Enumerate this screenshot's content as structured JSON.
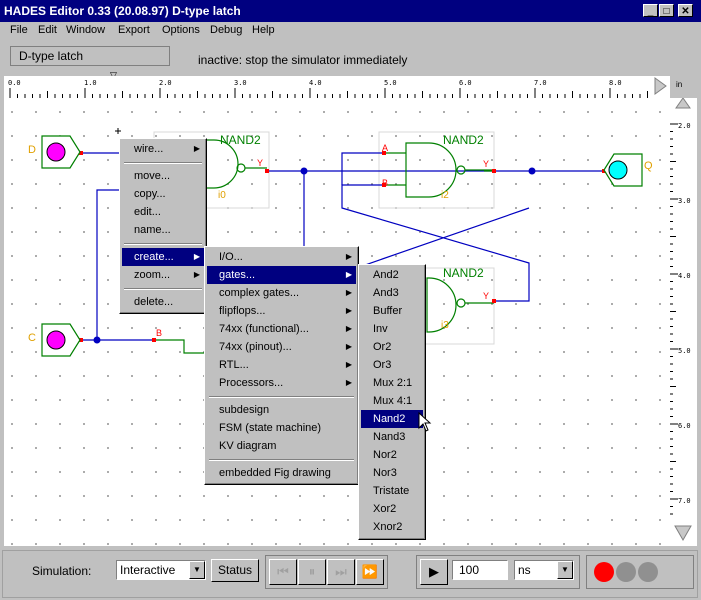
{
  "window": {
    "title": "HADES Editor 0.33 (20.08.97)   D-type latch",
    "minimize": "_",
    "maximize": "□",
    "close": "✕"
  },
  "menubar": [
    "File",
    "Edit",
    "Window",
    "Export",
    "Options",
    "Debug",
    "Help"
  ],
  "design_name": "D-type latch",
  "status_message": "inactive: stop the simulator immediately",
  "ruler": {
    "h_ticks": [
      "0.0",
      "1.0",
      "2.0",
      "3.0",
      "4.0",
      "5.0",
      "6.0",
      "7.0",
      "8.0"
    ],
    "unit": "in",
    "v_ticks": [
      "2.0",
      "3.0",
      "4.0",
      "5.0",
      "6.0",
      "7.0"
    ]
  },
  "schematic": {
    "gate_type": "NAND2",
    "gates": [
      {
        "name": "NAND2",
        "id": "i0"
      },
      {
        "name": "NAND2",
        "id": "i2"
      },
      {
        "name": "NAND2",
        "id": "i3"
      }
    ],
    "pins": {
      "a": "A",
      "b": "B",
      "y": "Y"
    },
    "inputs": [
      {
        "label": "D"
      },
      {
        "label": "C"
      }
    ],
    "outputs": [
      {
        "label": "Q"
      }
    ]
  },
  "context_menu": {
    "items": [
      {
        "label": "wire...",
        "submenu": true
      },
      {
        "label": "move..."
      },
      {
        "label": "copy..."
      },
      {
        "label": "edit..."
      },
      {
        "label": "name..."
      },
      {
        "label": "create...",
        "submenu": true,
        "selected": true
      },
      {
        "label": "zoom...",
        "submenu": true
      },
      {
        "label": "delete..."
      }
    ]
  },
  "create_menu": {
    "items": [
      {
        "label": "I/O...",
        "submenu": true
      },
      {
        "label": "gates...",
        "submenu": true,
        "selected": true
      },
      {
        "label": "complex gates...",
        "submenu": true
      },
      {
        "label": "flipflops...",
        "submenu": true
      },
      {
        "label": "74xx (functional)...",
        "submenu": true
      },
      {
        "label": "74xx (pinout)...",
        "submenu": true
      },
      {
        "label": "RTL...",
        "submenu": true
      },
      {
        "label": "Processors...",
        "submenu": true
      },
      {
        "label": "subdesign"
      },
      {
        "label": "FSM (state machine)"
      },
      {
        "label": "KV diagram"
      },
      {
        "label": "embedded Fig drawing"
      }
    ]
  },
  "gates_menu": {
    "items": [
      "And2",
      "And3",
      "Buffer",
      "Inv",
      "Or2",
      "Or3",
      "Mux 2:1",
      "Mux 4:1",
      "Nand2",
      "Nand3",
      "Nor2",
      "Nor3",
      "Tristate",
      "Xor2",
      "Xnor2"
    ],
    "selected": "Nand2"
  },
  "simulation": {
    "label": "Simulation:",
    "mode": "Interactive",
    "status_button": "Status",
    "run_until_value": "100",
    "time_unit": "ns"
  },
  "colors": {
    "title_bg": "#000080",
    "menu_sel": "#000080",
    "gate": "#008000",
    "wire": "#0000c0",
    "input_led": "#ff00ff",
    "output_led": "#00ffff",
    "sim_stop": "#ff0000",
    "sim_idle": "#909090",
    "pin": "#ff0000",
    "label": "#e0a000"
  }
}
